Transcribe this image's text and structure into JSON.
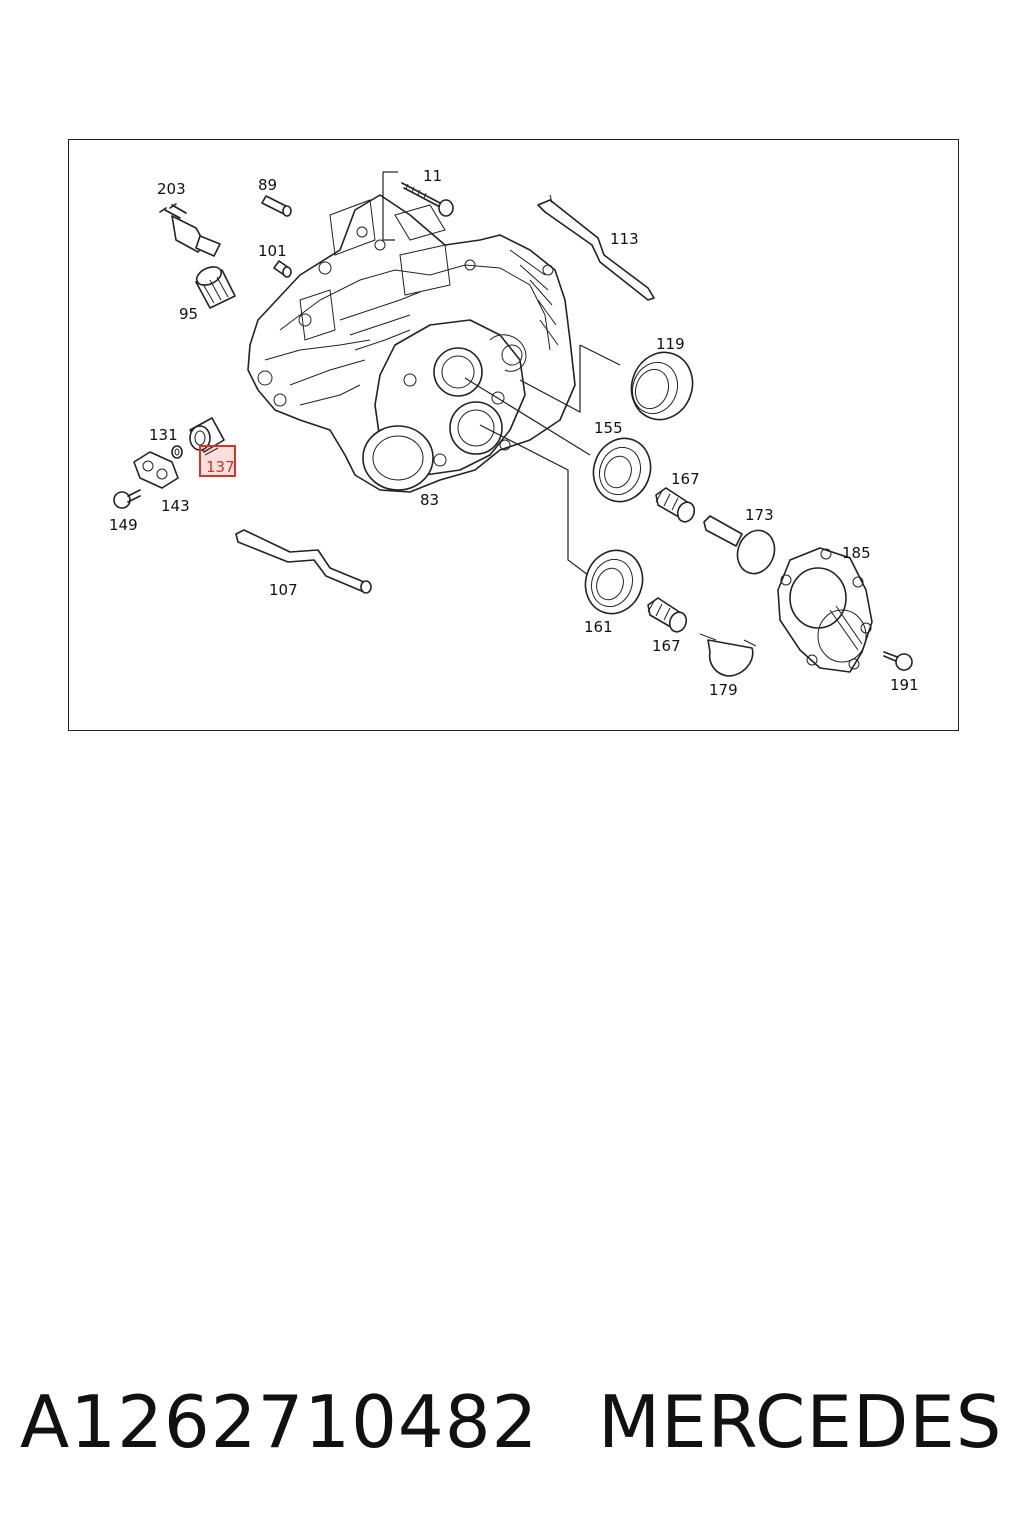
{
  "diagram": {
    "highlighted_part": "137",
    "callouts": {
      "c11": "11",
      "c83": "83",
      "c89": "89",
      "c95": "95",
      "c101": "101",
      "c107": "107",
      "c113": "113",
      "c119": "119",
      "c131": "131",
      "c137": "137",
      "c143": "143",
      "c149": "149",
      "c155": "155",
      "c161": "161",
      "c167a": "167",
      "c167b": "167",
      "c173": "173",
      "c179": "179",
      "c185": "185",
      "c191": "191",
      "c203": "203"
    }
  },
  "footer": {
    "part_number": "A1262710482",
    "brand": "MERCEDES"
  },
  "colors": {
    "highlight": "#d0342c",
    "line": "#222222"
  }
}
